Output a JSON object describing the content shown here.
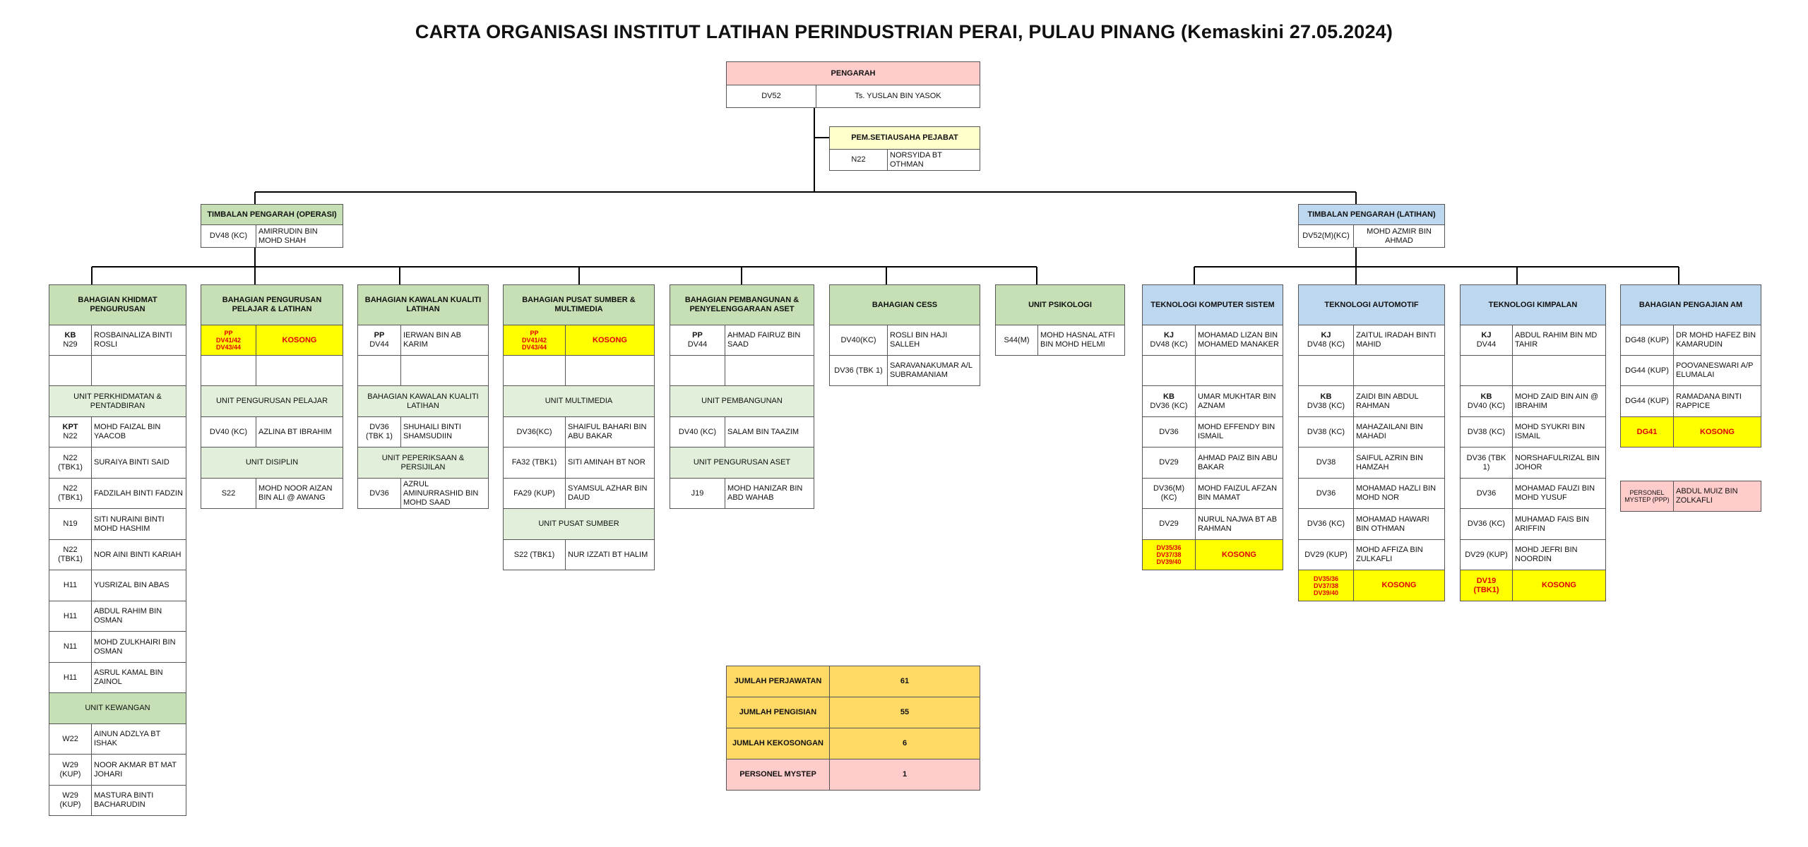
{
  "title": "CARTA ORGANISASI INSTITUT LATIHAN PERINDUSTRIAN PERAI, PULAU PINANG (Kemaskini 27.05.2024)",
  "colors": {
    "header_green": "#c6dfb4",
    "sub_green": "#e2efda",
    "header_blue": "#bdd7ee",
    "director_pink": "#ffcccc",
    "secretary_yellow": "#ffffcc",
    "vacant_yellow": "#ffff00",
    "summary_orange": "#ffd966",
    "vacant_text_red": "#e00000"
  },
  "pengarah": {
    "title": "PENGARAH",
    "grade": "DV52",
    "name": "Ts. YUSLAN BIN YASOK"
  },
  "setiausaha": {
    "title": "PEM.SETIAUSAHA PEJABAT",
    "grade": "N22",
    "name": "NORSYIDA BT OTHMAN"
  },
  "tp_operasi": {
    "title": "TIMBALAN PENGARAH (OPERASI)",
    "grade": "DV48 (KC)",
    "name": "AMIRRUDIN BIN MOHD SHAH"
  },
  "tp_latihan": {
    "title": "TIMBALAN PENGARAH (LATIHAN)",
    "grade": "DV52(M)(KC)",
    "name": "MOHD AZMIR BIN AHMAD"
  },
  "khidmat": {
    "title": "BAHAGIAN KHIDMAT PENGURUSAN",
    "head": {
      "role": "KB",
      "grade": "N29",
      "name": "ROSBAINALIZA BINTI ROSLI"
    },
    "unit1": "UNIT PERKHIDMATAN & PENTADBIRAN",
    "kpt": {
      "role": "KPT",
      "grade": "N22",
      "name": "MOHD FAIZAL BIN YAACOB"
    },
    "staff": [
      {
        "grade": "N22 (TBK1)",
        "name": "SURAIYA BINTI SAID"
      },
      {
        "grade": "N22 (TBK1)",
        "name": "FADZILAH BINTI FADZIN"
      },
      {
        "grade": "N19",
        "name": "SITI NURAINI BINTI MOHD HASHIM"
      },
      {
        "grade": "N22 (TBK1)",
        "name": "NOR AINI BINTI KARIAH"
      },
      {
        "grade": "H11",
        "name": "YUSRIZAL BIN ABAS"
      },
      {
        "grade": "H11",
        "name": "ABDUL RAHIM BIN OSMAN"
      },
      {
        "grade": "N11",
        "name": "MOHD ZULKHAIRI BIN OSMAN"
      },
      {
        "grade": "H11",
        "name": "ASRUL KAMAL BIN ZAINOL"
      }
    ],
    "unit2": "UNIT KEWANGAN",
    "staff2": [
      {
        "grade": "W22",
        "name": "AINUN ADZLYA BT ISHAK"
      },
      {
        "grade": "W29 (KUP)",
        "name": "NOOR AKMAR BT MAT JOHARI"
      },
      {
        "grade": "W29 (KUP)",
        "name": "MASTURA BINTI BACHARUDIN"
      }
    ]
  },
  "pelajar": {
    "title": "BAHAGIAN PENGURUSAN PELAJAR & LATIHAN",
    "head": {
      "role": "PP",
      "grade1": "DV41/42",
      "grade2": "DV43/44",
      "name": "KOSONG"
    },
    "unit1": "UNIT PENGURUSAN PELAJAR",
    "s1": {
      "grade": "DV40 (KC)",
      "name": "AZLINA BT IBRAHIM"
    },
    "unit2": "UNIT DISIPLIN",
    "s2": {
      "grade": "S22",
      "name": "MOHD NOOR AIZAN BIN ALI @ AWANG"
    }
  },
  "kualiti": {
    "title": "BAHAGIAN KAWALAN KUALITI LATIHAN",
    "head": {
      "role": "PP",
      "grade": "DV44",
      "name": "IERWAN BIN AB KARIM"
    },
    "unit1": "BAHAGIAN KAWALAN KUALITI LATIHAN",
    "s1": {
      "grade": "DV36 (TBK 1)",
      "name": "SHUHAILI BINTI SHAMSUDIIN"
    },
    "unit2": "UNIT PEPERIKSAAN & PERSIJILAN",
    "s2": {
      "grade": "DV36",
      "name": "AZRUL AMINURRASHID BIN MOHD SAAD"
    }
  },
  "sumber": {
    "title": "BAHAGIAN PUSAT SUMBER & MULTIMEDIA",
    "head": {
      "role": "PP",
      "grade1": "DV41/42",
      "grade2": "DV43/44",
      "name": "KOSONG"
    },
    "unit1": "UNIT MULTIMEDIA",
    "staff": [
      {
        "grade": "DV36(KC)",
        "name": "SHAIFUL BAHARI BIN ABU BAKAR"
      },
      {
        "grade": "FA32 (TBK1)",
        "name": "SITI AMINAH BT NOR"
      },
      {
        "grade": "FA29 (KUP)",
        "name": "SYAMSUL AZHAR BIN DAUD"
      }
    ],
    "unit2": "UNIT PUSAT SUMBER",
    "s2": {
      "grade": "S22 (TBK1)",
      "name": "NUR IZZATI BT HALIM"
    }
  },
  "pembangunan": {
    "title": "BAHAGIAN PEMBANGUNAN & PENYELENGGARAAN ASET",
    "head": {
      "role": "PP",
      "grade": "DV44",
      "name": "AHMAD FAIRUZ BIN SAAD"
    },
    "unit1": "UNIT PEMBANGUNAN",
    "s1": {
      "grade": "DV40 (KC)",
      "name": "SALAM BIN TAAZIM"
    },
    "unit2": "UNIT PENGURUSAN ASET",
    "s2": {
      "grade": "J19",
      "name": "MOHD HANIZAR BIN ABD WAHAB"
    }
  },
  "cess": {
    "title": "BAHAGIAN CESS",
    "staff": [
      {
        "grade": "DV40(KC)",
        "name": "ROSLI BIN HAJI SALLEH"
      },
      {
        "grade": "DV36 (TBK 1)",
        "name": "SARAVANAKUMAR A/L SUBRAMANIAM"
      }
    ]
  },
  "psikologi": {
    "title": "UNIT PSIKOLOGI",
    "staff": [
      {
        "grade": "S44(M)",
        "name": "MOHD HASNAL ATFI BIN MOHD HELMI"
      }
    ]
  },
  "komputer": {
    "title": "TEKNOLOGI KOMPUTER SISTEM",
    "head": {
      "role": "KJ",
      "grade": "DV48 (KC)",
      "name": "MOHAMAD LIZAN BIN MOHAMED MANAKER"
    },
    "kb": {
      "role": "KB",
      "grade": "DV36 (KC)",
      "name": "UMAR MUKHTAR BIN AZNAM"
    },
    "staff": [
      {
        "grade": "DV36",
        "name": "MOHD EFFENDY BIN ISMAIL"
      },
      {
        "grade": "DV29",
        "name": "AHMAD PAIZ BIN ABU BAKAR"
      },
      {
        "grade": "DV36(M) (KC)",
        "name": "MOHD FAIZUL AFZAN BIN MAMAT"
      },
      {
        "grade": "DV29",
        "name": "NURUL NAJWA BT AB RAHMAN"
      }
    ],
    "vacant": {
      "g1": "DV35/36",
      "g2": "DV37/38",
      "g3": "DV39/40",
      "name": "KOSONG"
    }
  },
  "automotif": {
    "title": "TEKNOLOGI AUTOMOTIF",
    "head": {
      "role": "KJ",
      "grade": "DV48 (KC)",
      "name": "ZAITUL IRADAH BINTI MAHID"
    },
    "kb": {
      "role": "KB",
      "grade": "DV38 (KC)",
      "name": "ZAIDI BIN ABDUL RAHMAN"
    },
    "staff": [
      {
        "grade": "DV38 (KC)",
        "name": "MAHAZAILANI BIN MAHADI"
      },
      {
        "grade": "DV38",
        "name": "SAIFUL AZRIN BIN HAMZAH"
      },
      {
        "grade": "DV36",
        "name": "MOHAMAD HAZLI BIN MOHD NOR"
      },
      {
        "grade": "DV36 (KC)",
        "name": "MOHAMAD HAWARI BIN OTHMAN"
      },
      {
        "grade": "DV29 (KUP)",
        "name": "MOHD AFFIZA BIN ZULKAFLI"
      }
    ],
    "vacant": {
      "g1": "DV35/36",
      "g2": "DV37/38",
      "g3": "DV39/40",
      "name": "KOSONG"
    }
  },
  "kimpalan": {
    "title": "TEKNOLOGI KIMPALAN",
    "head": {
      "role": "KJ",
      "grade": "DV44",
      "name": "ABDUL RAHIM BIN MD TAHIR"
    },
    "kb": {
      "role": "KB",
      "grade": "DV40 (KC)",
      "name": "MOHD ZAID BIN AIN @ IBRAHIM"
    },
    "staff": [
      {
        "grade": "DV38 (KC)",
        "name": "MOHD SYUKRI BIN ISMAIL"
      },
      {
        "grade": "DV36 (TBK 1)",
        "name": "NORSHAFULRIZAL BIN JOHOR"
      },
      {
        "grade": "DV36",
        "name": "MOHAMAD FAUZI BIN MOHD YUSUF"
      },
      {
        "grade": "DV36 (KC)",
        "name": "MUHAMAD FAIS BIN ARIFFIN"
      },
      {
        "grade": "DV29 (KUP)",
        "name": "MOHD JEFRI BIN NOORDIN"
      }
    ],
    "vacant": {
      "g1": "DV19",
      "g2": "(TBK1)",
      "name": "KOSONG"
    }
  },
  "pengajian": {
    "title": "BAHAGIAN PENGAJIAN AM",
    "staff": [
      {
        "grade": "DG48 (KUP)",
        "name": "DR MOHD HAFEZ BIN KAMARUDIN"
      },
      {
        "grade": "DG44 (KUP)",
        "name": "POOVANESWARI A/P ELUMALAI"
      },
      {
        "grade": "DG44 (KUP)",
        "name": "RAMADANA BINTI RAPPICE"
      }
    ],
    "vacant": {
      "grade": "DG41",
      "name": "KOSONG"
    }
  },
  "mystep": {
    "label": "PERSONEL MYSTEP (PPP)",
    "name": "ABDUL MUIZ BIN ZOLKAFLI"
  },
  "summary": [
    {
      "label": "JUMLAH PERJAWATAN",
      "value": "61"
    },
    {
      "label": "JUMLAH PENGISIAN",
      "value": "55"
    },
    {
      "label": "JUMLAH KEKOSONGAN",
      "value": "6"
    },
    {
      "label": "PERSONEL MYSTEP",
      "value": "1"
    }
  ]
}
